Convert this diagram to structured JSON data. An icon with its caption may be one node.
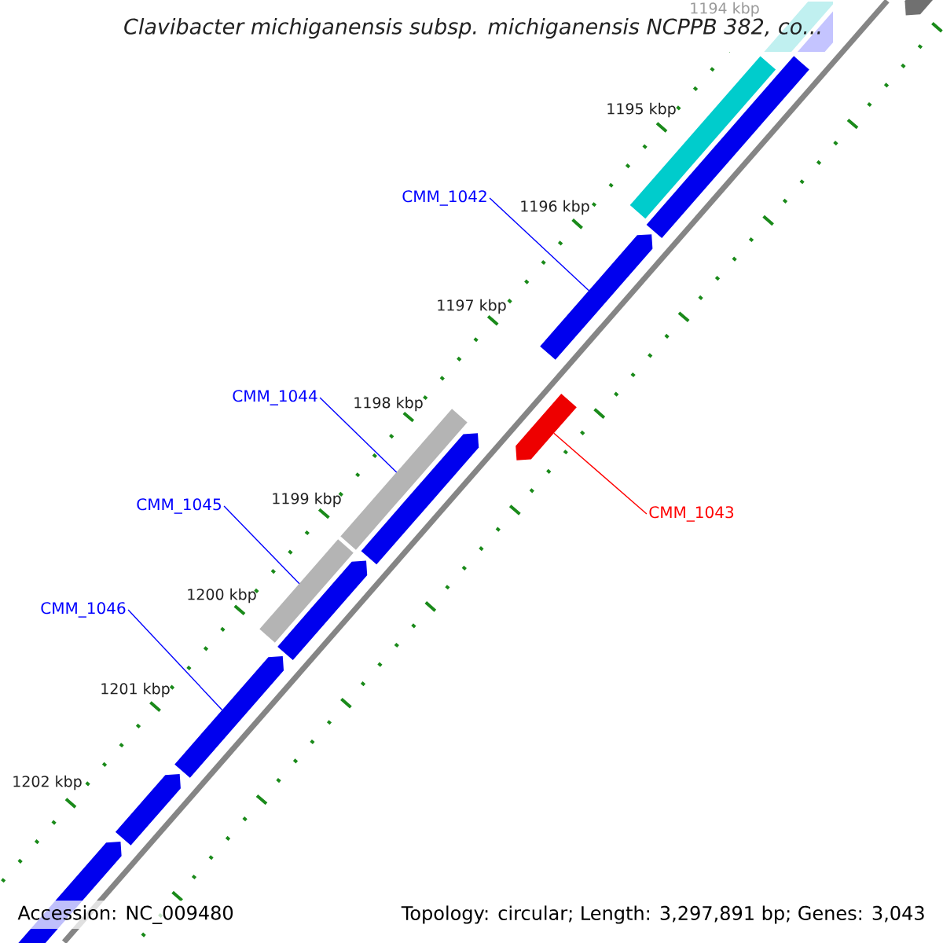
{
  "diagram": {
    "title": "Clavibacter michiganensis subsp. michiganensis NCPPB 382, co...",
    "nodes": [
      {
        "text": [
          "CMM_1042"
        ]
      },
      {
        "text": [
          "CMM_1043"
        ]
      },
      {
        "text": [
          "CMM_1044"
        ]
      },
      {
        "text": [
          "CMM_1045"
        ]
      },
      {
        "text": [
          "CMM_1046"
        ]
      },
      {
        "text": [],
        "shape": "arrow"
      },
      {
        "text": [],
        "shape": "arrow"
      },
      {
        "text": [],
        "shape": "arrow"
      },
      {
        "text": [],
        "shape": "arrow"
      },
      {
        "text": [],
        "shape": "arrow"
      },
      {
        "text": [],
        "shape": "bar"
      },
      {
        "text": [],
        "shape": "arrow"
      },
      {
        "text": [],
        "shape": "bar"
      },
      {
        "text": [],
        "shape": "arrow"
      },
      {
        "text": [],
        "shape": "arrow"
      },
      {
        "text": [],
        "shape": "arrow"
      },
      {
        "text": [],
        "shape": "arrow"
      }
    ],
    "edges": [
      {
        "from": 0,
        "to": 8,
        "arrow": "none"
      },
      {
        "from": 1,
        "to": 9,
        "arrow": "none",
        "color": "#ff0000"
      },
      {
        "from": 2,
        "to": 10,
        "arrow": "none"
      },
      {
        "from": 3,
        "to": 12,
        "arrow": "none"
      },
      {
        "from": 4,
        "to": 14,
        "arrow": "none"
      }
    ],
    "labels": [
      "1194 kbp",
      "1195 kbp",
      "1196 kbp",
      "1197 kbp",
      "1198 kbp",
      "1199 kbp",
      "1200 kbp",
      "1201 kbp",
      "1202 kbp",
      "Accession: NC_009480",
      "Topology: circular; Length: 3,297,891 bp; Genes: 3,043"
    ]
  }
}
